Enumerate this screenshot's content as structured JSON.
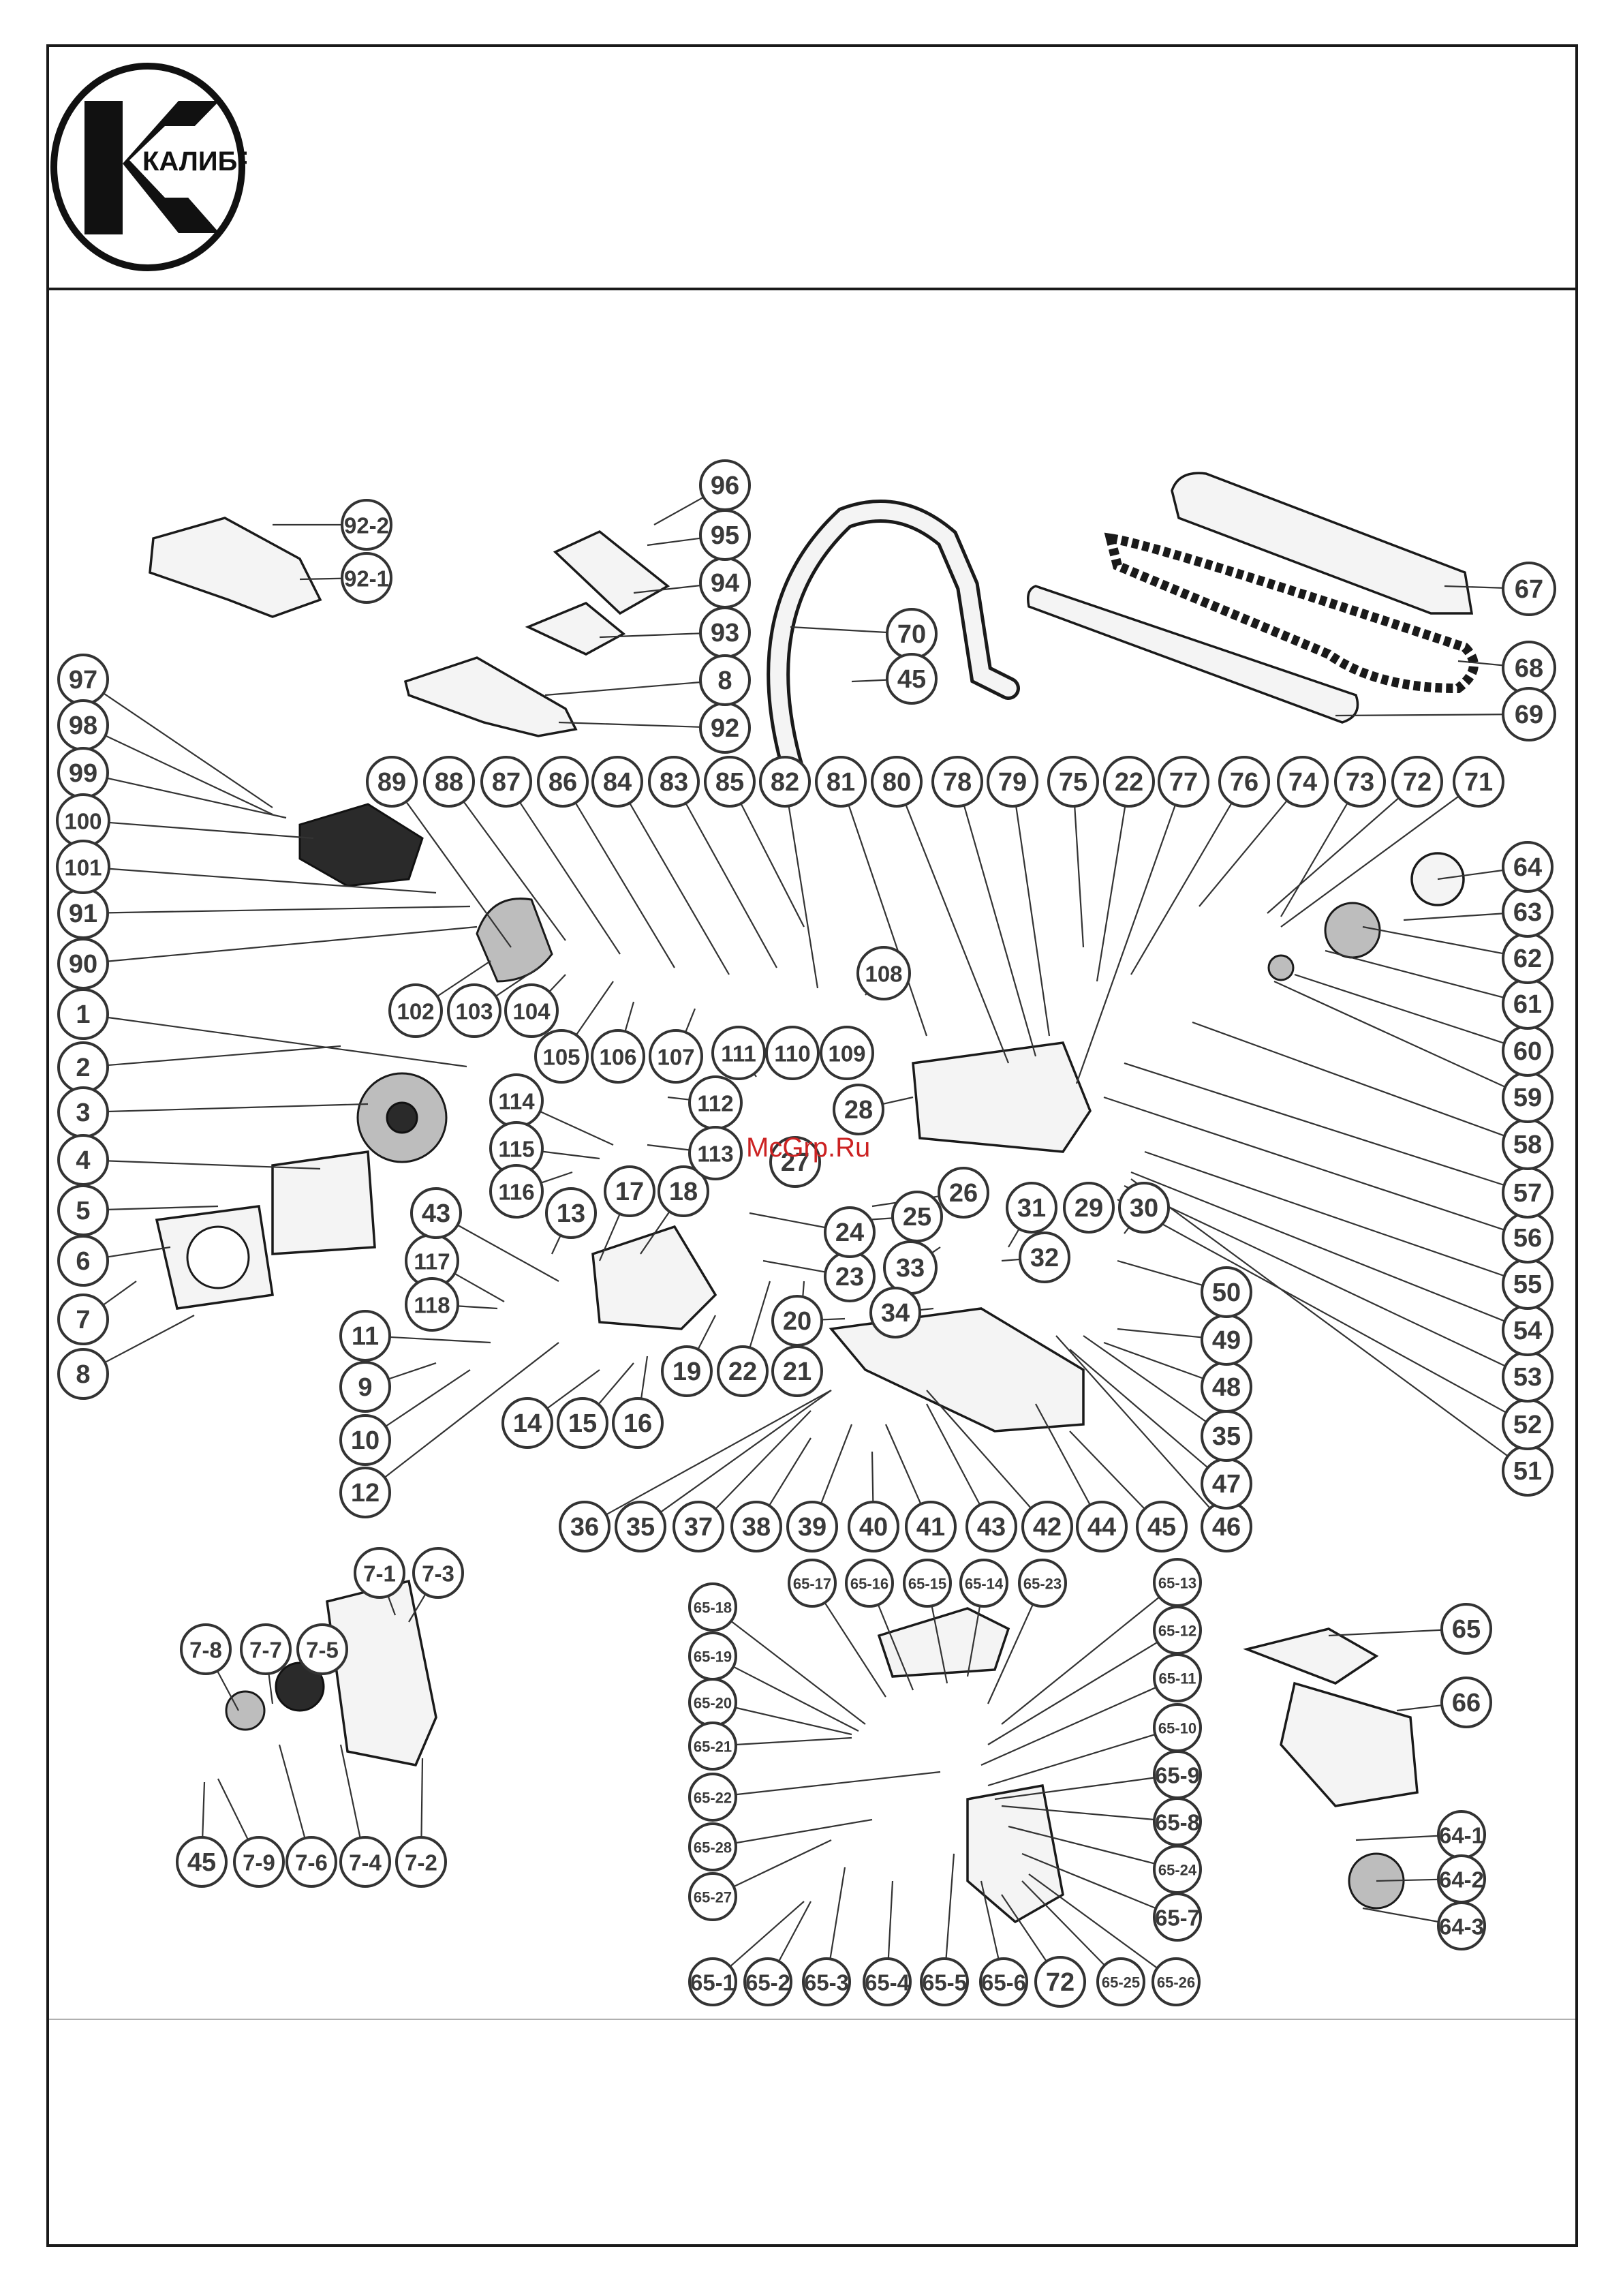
{
  "logo": {
    "text": "АЛИБР",
    "letter": "К"
  },
  "watermark": "McGrp.Ru",
  "callouts": [
    "1",
    "2",
    "3",
    "4",
    "5",
    "6",
    "7",
    "8",
    "9",
    "10",
    "11",
    "12",
    "13",
    "14",
    "15",
    "16",
    "17",
    "18",
    "19",
    "20",
    "21",
    "22",
    "23",
    "24",
    "25",
    "26",
    "27",
    "28",
    "29",
    "30",
    "31",
    "32",
    "33",
    "34",
    "35",
    "36",
    "37",
    "38",
    "39",
    "40",
    "41",
    "42",
    "43",
    "44",
    "45",
    "46",
    "47",
    "48",
    "49",
    "50",
    "51",
    "52",
    "53",
    "54",
    "55",
    "56",
    "57",
    "58",
    "59",
    "60",
    "61",
    "62",
    "63",
    "64",
    "67",
    "68",
    "69",
    "70",
    "71",
    "72",
    "73",
    "74",
    "75",
    "76",
    "77",
    "78",
    "79",
    "80",
    "81",
    "82",
    "83",
    "84",
    "85",
    "86",
    "87",
    "88",
    "89",
    "90",
    "91",
    "92",
    "93",
    "94",
    "95",
    "96",
    "97",
    "98",
    "99",
    "100",
    "101",
    "102",
    "103",
    "104",
    "105",
    "106",
    "107",
    "108",
    "109",
    "110",
    "111",
    "112",
    "113",
    "114",
    "115",
    "116",
    "117",
    "118",
    "92-1",
    "92-2",
    "7-1",
    "7-2",
    "7-3",
    "7-4",
    "7-5",
    "7-6",
    "7-7",
    "7-8",
    "7-9",
    "65",
    "66",
    "64-1",
    "64-2",
    "64-3",
    "65-1",
    "65-2",
    "65-3",
    "65-4",
    "65-5",
    "65-6",
    "65-7",
    "65-8",
    "65-9",
    "65-10",
    "65-11",
    "65-12",
    "65-13",
    "65-14",
    "65-15",
    "65-16",
    "65-17",
    "65-18",
    "65-19",
    "65-20",
    "65-21",
    "65-22",
    "65-23",
    "65-24",
    "65-25",
    "65-26",
    "65-27",
    "65-28"
  ]
}
